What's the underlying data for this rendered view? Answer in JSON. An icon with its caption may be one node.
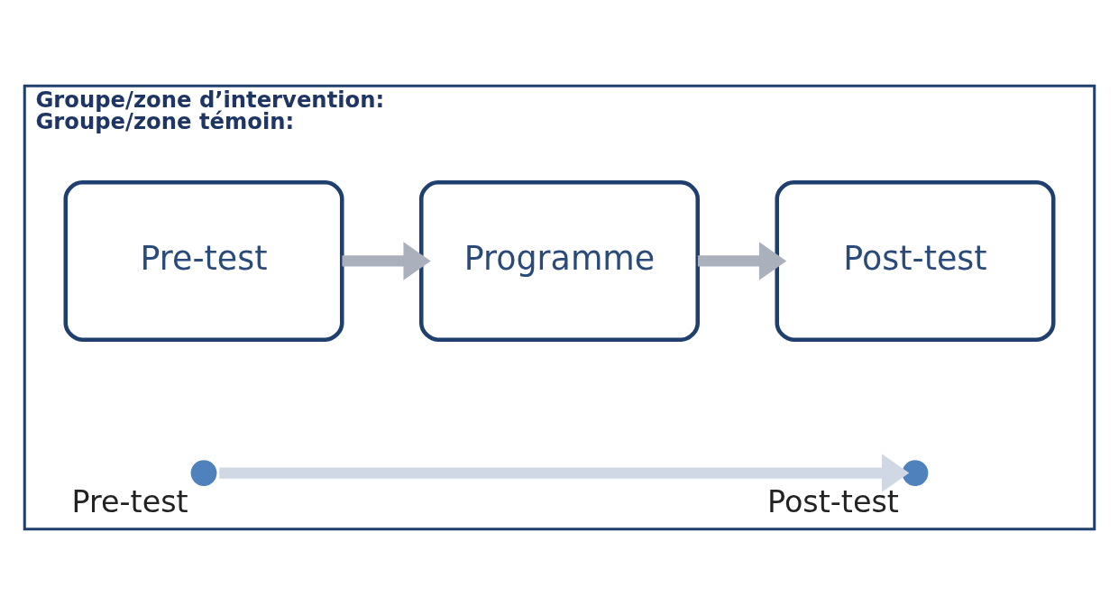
{
  "diagram": {
    "nodes": [
      {
        "text": [
          "Groupe/zone d’intervention:",
          "Groupe/zone témoin:"
        ]
      },
      {
        "text": [
          "Pre-test"
        ],
        "in": 0
      },
      {
        "text": [
          "Programme"
        ],
        "in": 0
      },
      {
        "text": [
          "Post-test"
        ],
        "in": 0
      },
      {
        "text": [],
        "shape": "circle",
        "in": 0,
        "beside": [
          "Pre-test"
        ]
      },
      {
        "text": [],
        "shape": "circle",
        "in": 0,
        "beside": [
          "Post-test"
        ]
      }
    ],
    "edges": [
      {
        "from": 1,
        "to": 2,
        "arrow": "to"
      },
      {
        "from": 2,
        "to": 3,
        "arrow": "to"
      },
      {
        "from": 4,
        "to": 5,
        "arrow": "to",
        "color": "#d0d8e6"
      }
    ]
  }
}
